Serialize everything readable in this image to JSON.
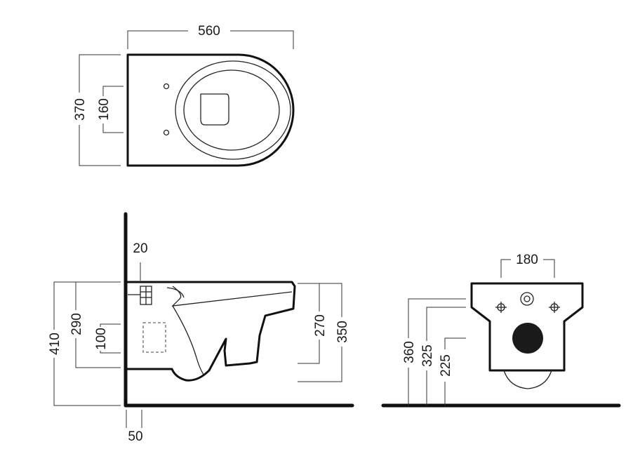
{
  "dimensions": {
    "top_width": "560",
    "top_depth": "370",
    "top_fixing_spacing": "160",
    "side_wall_offset": "20",
    "side_total_height": "410",
    "side_fixing_height": "290",
    "side_fixing_spacing": "100",
    "side_bowl_depth": "270",
    "side_front_height": "350",
    "side_floor_gap": "50",
    "back_fixing_spacing": "180",
    "back_inlet_height": "360",
    "back_fixing_height": "325",
    "back_outlet_height": "225"
  },
  "colors": {
    "line": "#111111",
    "dimension_line": "#333333",
    "fill_dark": "#1a1a1a"
  }
}
